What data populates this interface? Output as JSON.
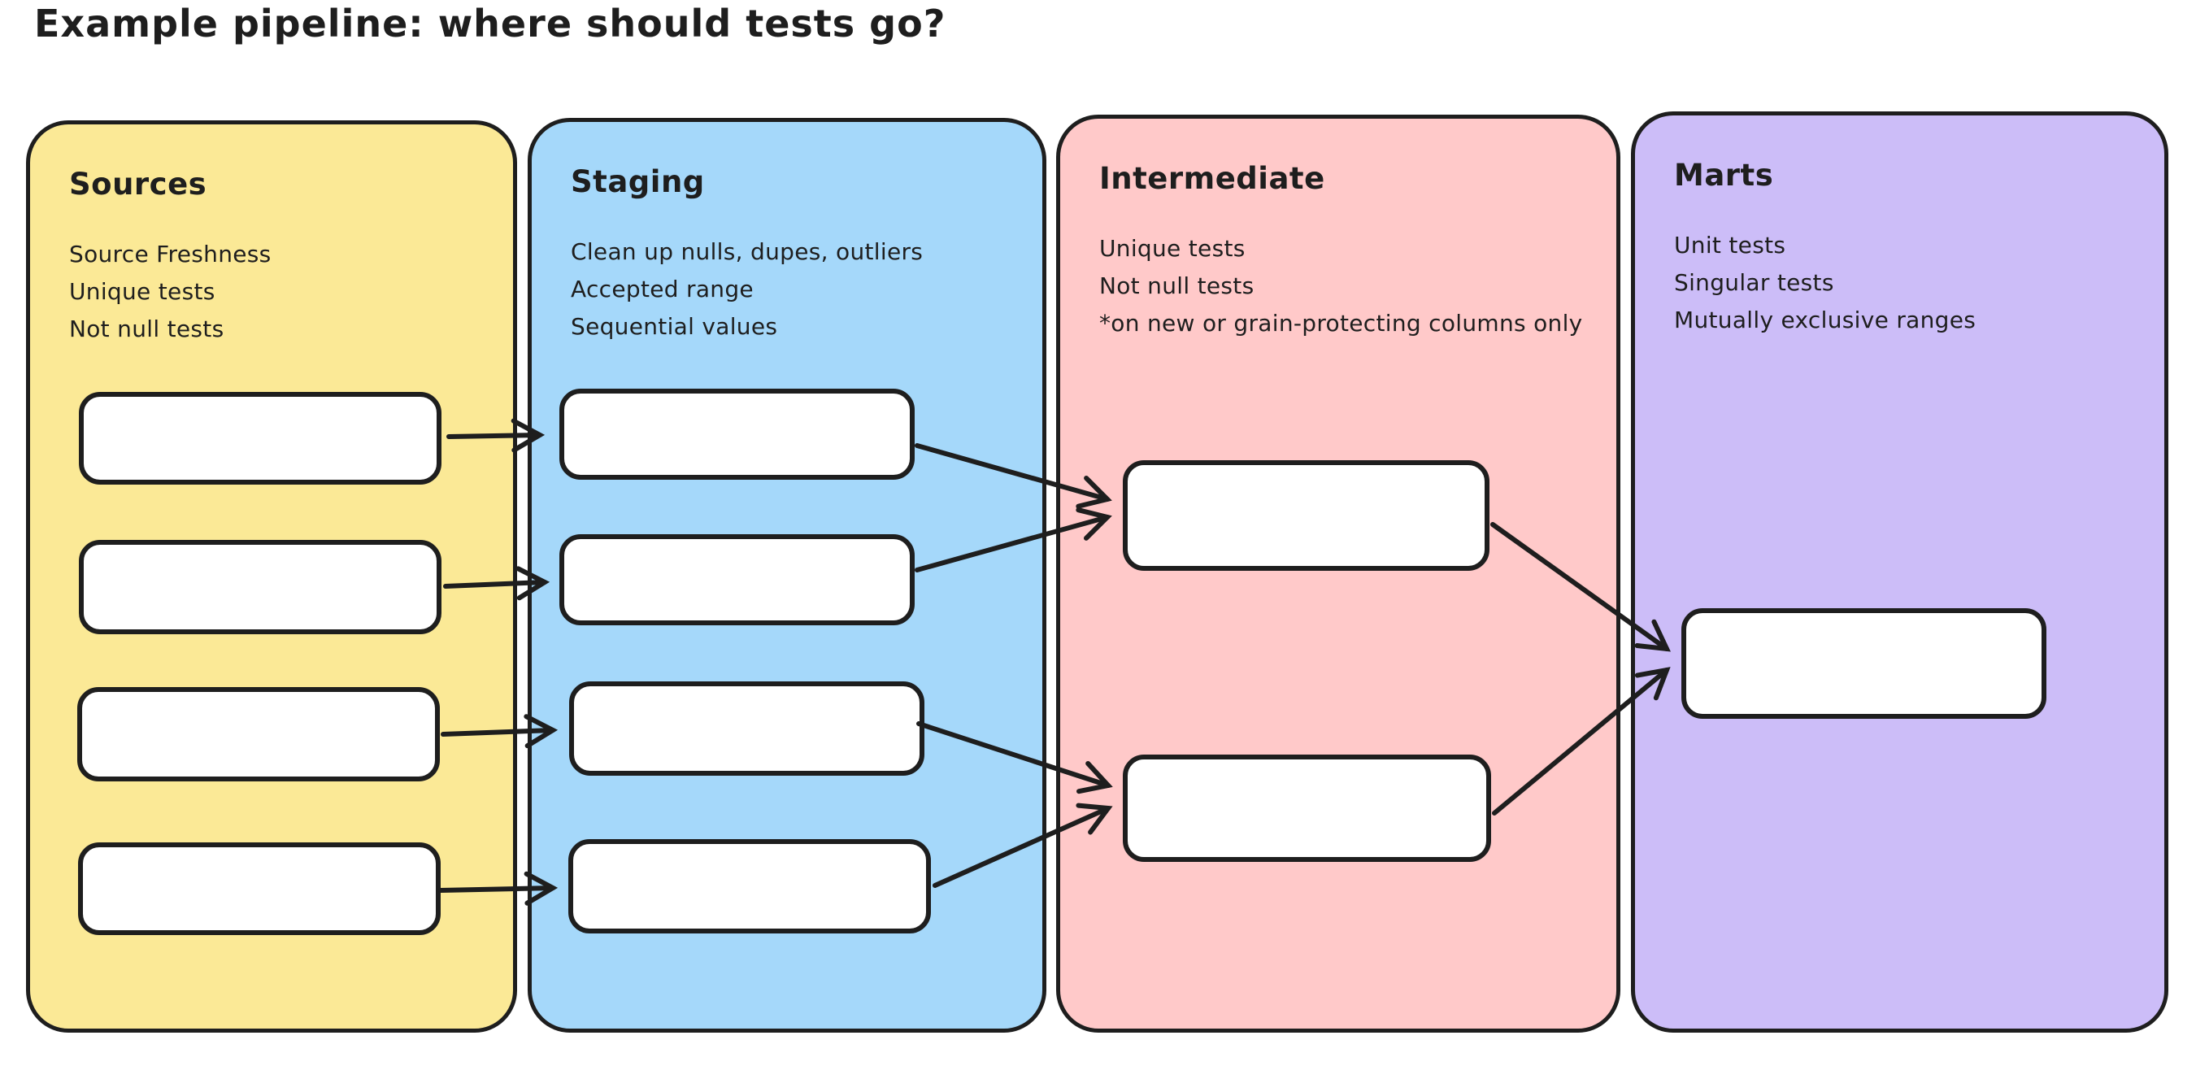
{
  "title": "Example pipeline: where should tests go?",
  "colors": {
    "background": "#ffffff",
    "ink": "#1e1e1e",
    "sources_bg": "#fbe996",
    "staging_bg": "#a5d8fa",
    "intermediate_bg": "#ffc9c9",
    "marts_bg": "#ccbdf8",
    "node_bg": "#ffffff"
  },
  "columns": [
    {
      "id": "sources",
      "label": "Sources",
      "notes": [
        "Source Freshness",
        "Unique tests",
        "Not null tests"
      ],
      "color": "#fbe996",
      "node_count": 4
    },
    {
      "id": "staging",
      "label": "Staging",
      "notes": [
        "Clean up nulls, dupes, outliers",
        "Accepted range",
        "Sequential values"
      ],
      "color": "#a5d8fa",
      "node_count": 4
    },
    {
      "id": "intermediate",
      "label": "Intermediate",
      "notes": [
        "Unique tests",
        "Not null tests",
        "*on new or grain-protecting columns only"
      ],
      "color": "#ffc9c9",
      "node_count": 2
    },
    {
      "id": "marts",
      "label": "Marts",
      "notes": [
        "Unit tests",
        "Singular tests",
        "Mutually exclusive ranges"
      ],
      "color": "#ccbdf8",
      "node_count": 1
    }
  ],
  "edges": [
    {
      "from": "sources-1",
      "to": "staging-1"
    },
    {
      "from": "sources-2",
      "to": "staging-2"
    },
    {
      "from": "sources-3",
      "to": "staging-3"
    },
    {
      "from": "sources-4",
      "to": "staging-4"
    },
    {
      "from": "staging-1",
      "to": "intermediate-1"
    },
    {
      "from": "staging-2",
      "to": "intermediate-1"
    },
    {
      "from": "staging-3",
      "to": "intermediate-2"
    },
    {
      "from": "staging-4",
      "to": "intermediate-2"
    },
    {
      "from": "intermediate-1",
      "to": "marts-1"
    },
    {
      "from": "intermediate-2",
      "to": "marts-1"
    }
  ]
}
